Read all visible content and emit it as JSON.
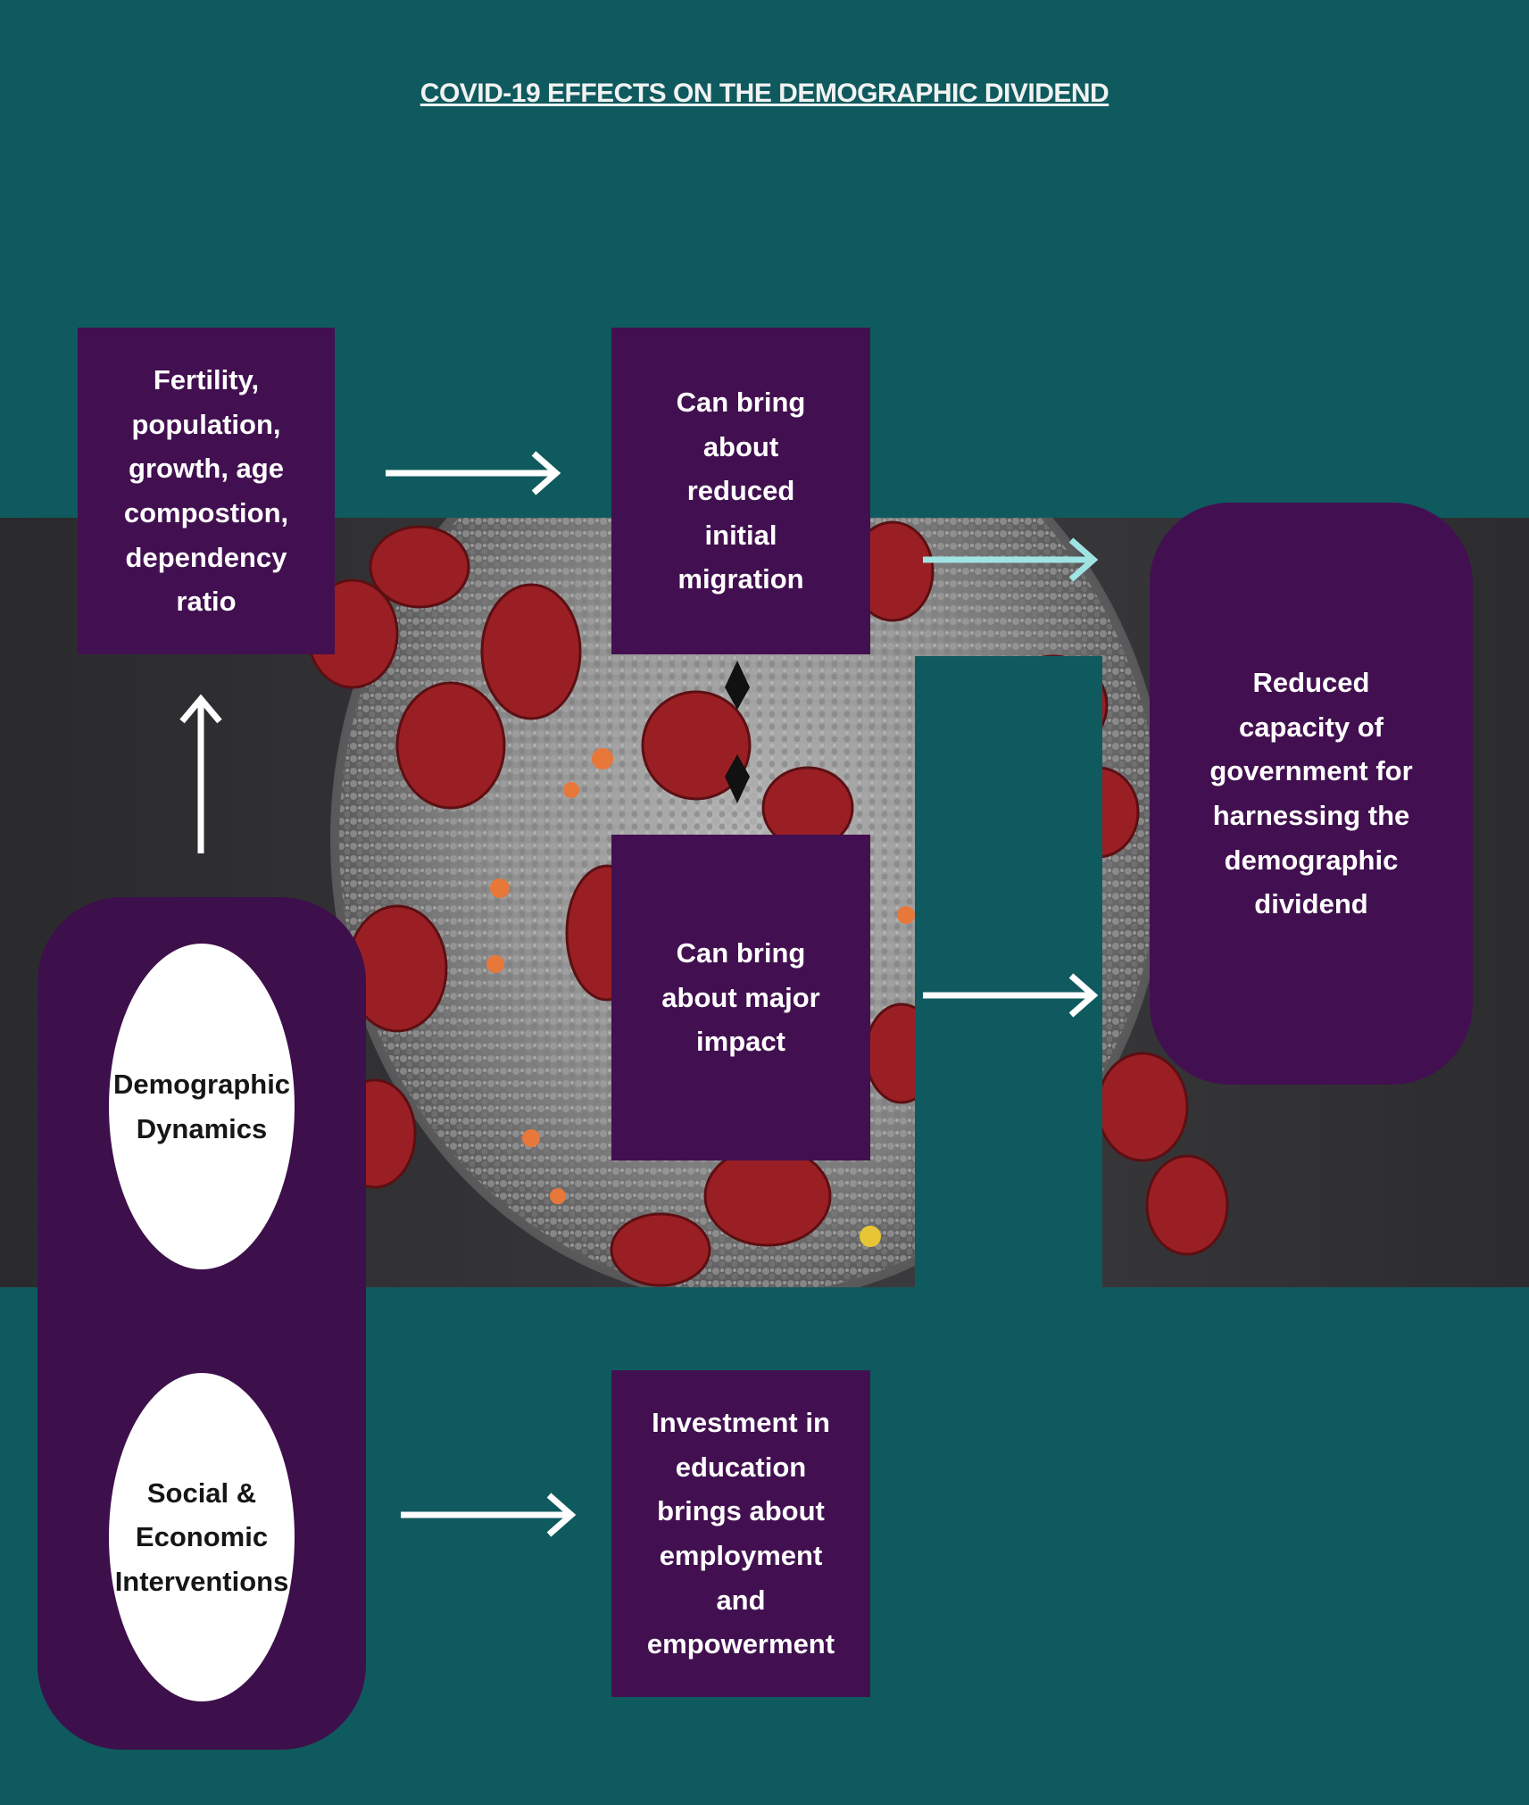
{
  "title": "COVID-19 EFFECTS ON THE DEMOGRAPHIC DIVIDEND",
  "nodes": {
    "fertility": "Fertility, population, growth, age compostion, dependency ratio",
    "reduced_migration": "Can bring about reduced initial migration",
    "major_impact": "Can bring about major impact",
    "reduced_capacity": "Reduced capacity of government for harnessing the demographic dividend",
    "demographic_dynamics": "Demographic Dynamics",
    "social_economic": "Social & Economic Interventions",
    "investment": "Investment in education brings about employment and empowerment"
  },
  "colors": {
    "background": "#0f5a5e",
    "box": "#421050",
    "circle": "#ffffff",
    "arrow": "#ffffff",
    "arrow_accent": "#9fe3e3"
  }
}
